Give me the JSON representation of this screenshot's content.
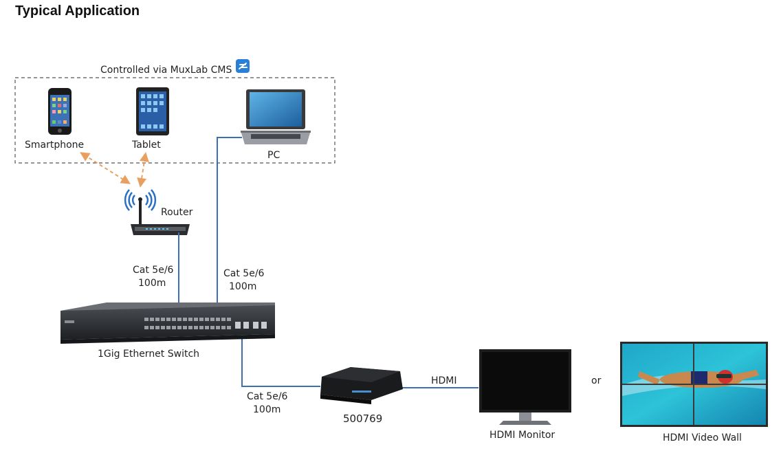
{
  "title": "Typical Application",
  "control_label": "Controlled via MuxLab CMS",
  "devices": {
    "smartphone": "Smartphone",
    "tablet": "Tablet",
    "pc": "PC",
    "router": "Router",
    "switch": "1Gig Ethernet Switch",
    "player": "500769",
    "monitor": "HDMI Monitor",
    "video_wall": "HDMI Video Wall"
  },
  "cables": {
    "router_switch_type": "Cat 5e/6",
    "router_switch_length": "100m",
    "pc_switch_type": "Cat 5e/6",
    "pc_switch_length": "100m",
    "switch_player_type": "Cat 5e/6",
    "switch_player_length": "100m",
    "player_monitor": "HDMI"
  },
  "or_label": "or",
  "colors": {
    "ethernet_line": "#3a6fb0",
    "wireless_arrow": "#e8a060",
    "dashed_box": "#555555",
    "cms_icon": "#2a7fd6"
  }
}
